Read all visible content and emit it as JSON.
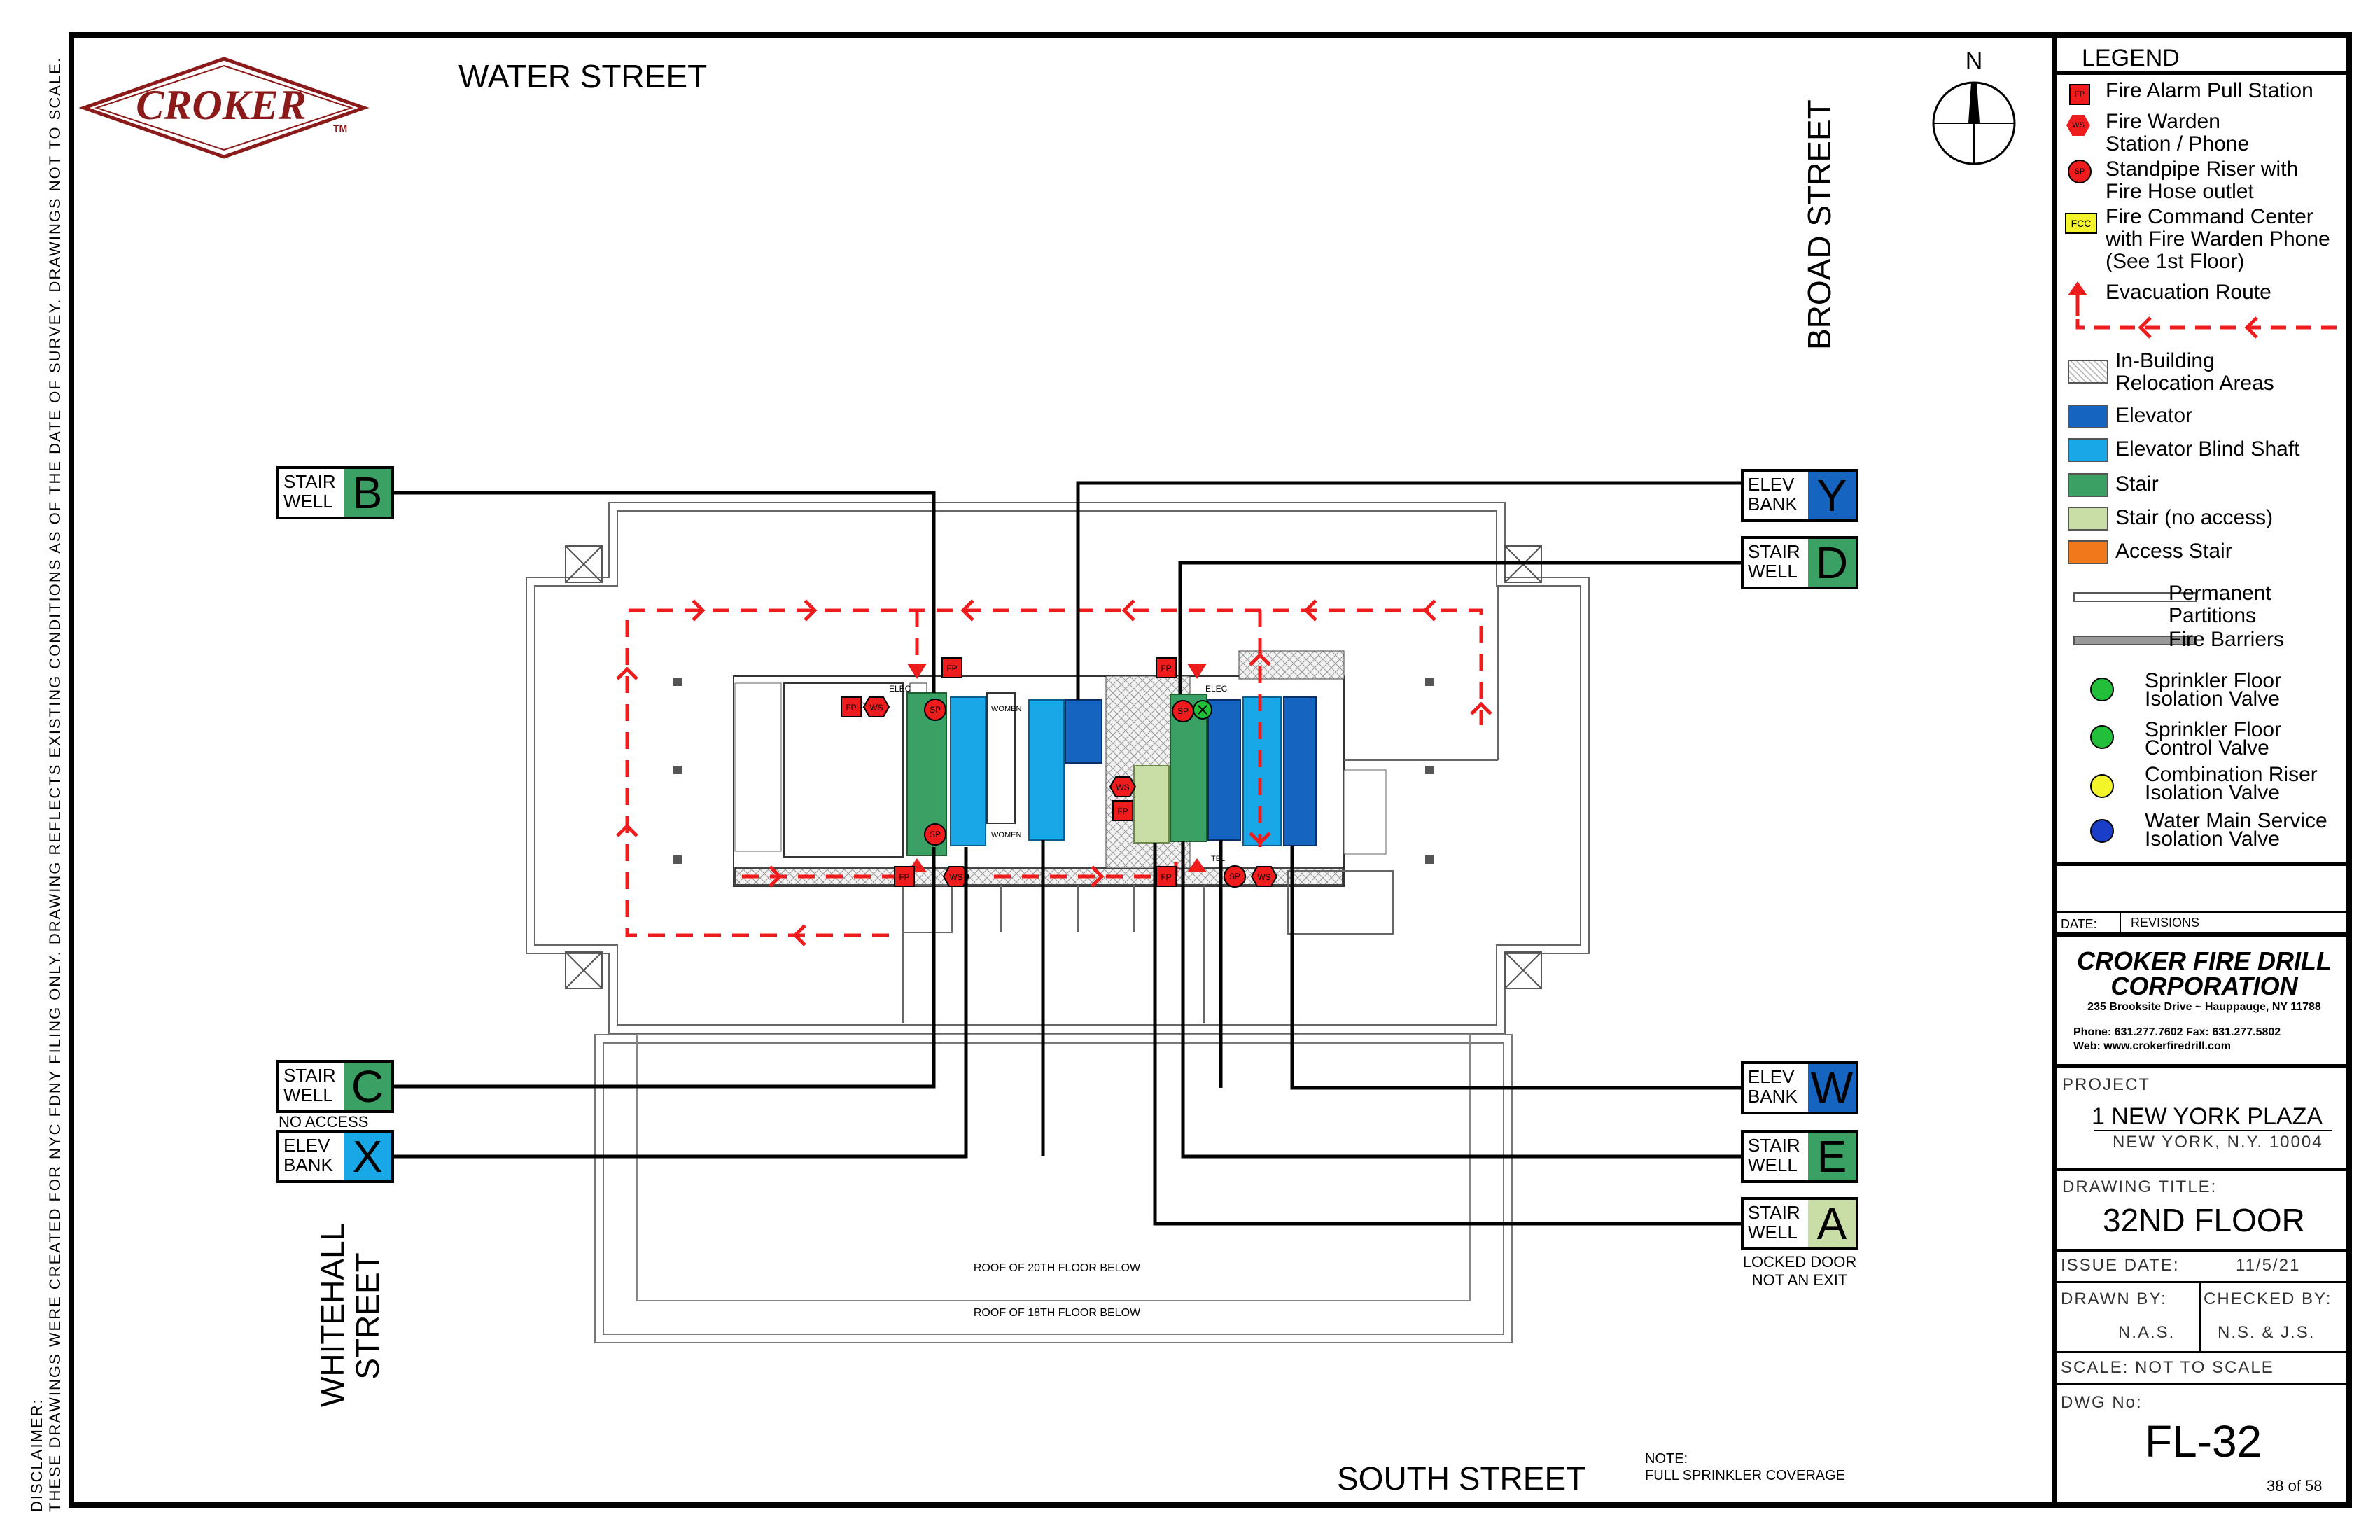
{
  "colors": {
    "stair": "#3aa063",
    "stair_no_access": "#c9dea6",
    "elevator": "#1565c0",
    "elevator_blind": "#18a8e8",
    "access_stair": "#f07a1a",
    "evac": "#ee1c1c",
    "croker": "#8b1a1a"
  },
  "logo": {
    "text": "CROKER",
    "tm": "TM"
  },
  "streets": {
    "water": "WATER STREET",
    "broad": "BROAD STREET",
    "whitehall": "WHITEHALL STREET",
    "south": "SOUTH STREET"
  },
  "compass": {
    "label": "N"
  },
  "disclaimer": {
    "title": "DISCLAIMER:",
    "text": "THESE DRAWINGS WERE CREATED FOR NYC FDNY FILING ONLY. DRAWING REFLECTS EXISTING CONDITIONS AS OF THE DATE OF SURVEY. DRAWINGS NOT TO SCALE."
  },
  "callouts": {
    "stair_b": {
      "line1": "STAIR",
      "line2": "WELL",
      "letter": "B"
    },
    "stair_c": {
      "line1": "STAIR",
      "line2": "WELL",
      "letter": "C",
      "note": "NO ACCESS"
    },
    "elev_x": {
      "line1": "ELEV",
      "line2": "BANK",
      "letter": "X"
    },
    "elev_y": {
      "line1": "ELEV",
      "line2": "BANK",
      "letter": "Y"
    },
    "stair_d": {
      "line1": "STAIR",
      "line2": "WELL",
      "letter": "D"
    },
    "elev_w": {
      "line1": "ELEV",
      "line2": "BANK",
      "letter": "W"
    },
    "stair_e": {
      "line1": "STAIR",
      "line2": "WELL",
      "letter": "E"
    },
    "stair_a": {
      "line1": "STAIR",
      "line2": "WELL",
      "letter": "A",
      "note1": "LOCKED DOOR",
      "note2": "NOT AN EXIT"
    }
  },
  "plan": {
    "roof20": "ROOF OF 20TH FLOOR BELOW",
    "roof18": "ROOF OF 18TH FLOOR BELOW",
    "symbols": {
      "fp": "FP",
      "ws": "WS",
      "sp": "SP"
    },
    "rooms": {
      "elec": "ELEC",
      "women": "WOMEN",
      "tel": "TEL"
    }
  },
  "note": {
    "title": "NOTE:",
    "text": "FULL SPRINKLER COVERAGE"
  },
  "legend": {
    "title": "LEGEND",
    "fp": {
      "icon": "FP",
      "line1": "Fire Alarm Pull Station"
    },
    "ws": {
      "icon": "WS",
      "line1": "Fire Warden",
      "line2": "Station / Phone"
    },
    "sp": {
      "icon": "SP",
      "line1": "Standpipe Riser with",
      "line2": "Fire Hose outlet"
    },
    "fcc": {
      "icon": "FCC",
      "line1": "Fire Command Center",
      "line2": "with Fire Warden Phone",
      "line3": "(See 1st Floor)"
    },
    "evac": "Evacuation  Route",
    "relocation": {
      "line1": "In-Building",
      "line2": "Relocation Areas"
    },
    "elevator": "Elevator",
    "elevator_blind": "Elevator Blind Shaft",
    "stair": "Stair",
    "stair_no_access": "Stair (no access)",
    "access_stair": "Access Stair",
    "permanent": {
      "line1": "Permanent",
      "line2": "Partitions"
    },
    "fire_barriers": "Fire Barriers",
    "sprinkler_iso": {
      "line1": "Sprinkler Floor",
      "line2": "Isolation Valve"
    },
    "sprinkler_ctrl": {
      "line1": "Sprinkler Floor",
      "line2": "Control Valve"
    },
    "combo_riser": {
      "line1": "Combination Riser",
      "line2": "Isolation Valve"
    },
    "water_main": {
      "line1": "Water Main Service",
      "line2": "Isolation Valve"
    }
  },
  "titleblock": {
    "date_label": "DATE:",
    "revisions_label": "REVISIONS",
    "company1": "CROKER FIRE DRILL",
    "company2": "CORPORATION",
    "address": "235 Brooksite Drive ~ Hauppauge, NY 11788",
    "phone": "Phone: 631.277.7602  Fax: 631.277.5802",
    "web": "Web: www.crokerfiredrill.com",
    "project_label": "PROJECT",
    "project_name": "1 NEW YORK PLAZA",
    "project_city": "NEW YORK, N.Y. 10004",
    "drawing_title_label": "DRAWING TITLE:",
    "drawing_title": "32ND FLOOR",
    "issue_label": "ISSUE DATE:",
    "issue_date": "11/5/21",
    "drawn_label": "DRAWN BY:",
    "drawn_by": "N.A.S.",
    "checked_label": "CHECKED BY:",
    "checked_by": "N.S. & J.S.",
    "scale_label": "SCALE:  NOT TO SCALE",
    "dwg_label": "DWG No:",
    "dwg_no": "FL-32",
    "sheet": "38 of 58"
  }
}
